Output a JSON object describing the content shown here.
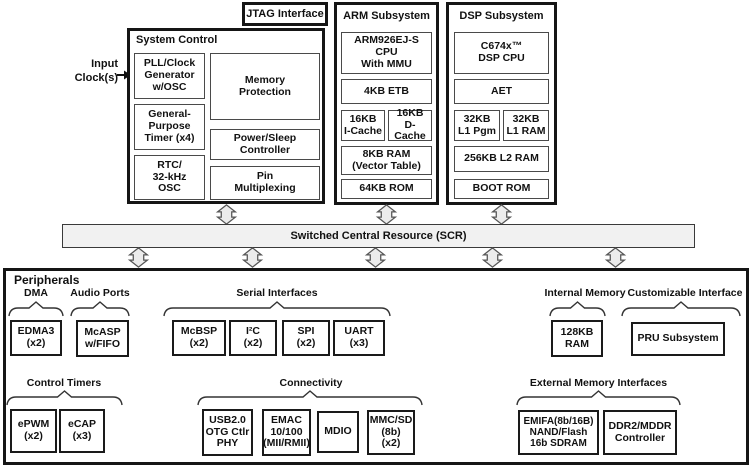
{
  "top": {
    "jtag": {
      "label": "JTAG Interface"
    },
    "input_clock": {
      "label": "Input\nClock(s)"
    },
    "system_control": {
      "title": "System Control",
      "pll": "PLL/Clock\nGenerator\nw/OSC",
      "gpt": "General-\nPurpose\nTimer (x4)",
      "rtc": "RTC/\n32-kHz\nOSC",
      "memory_protection": "Memory\nProtection",
      "power_sleep": "Power/Sleep\nController",
      "pin_mux": "Pin\nMultiplexing"
    },
    "arm": {
      "title": "ARM Subsystem",
      "cpu": "ARM926EJ-S CPU\nWith MMU",
      "etb": "4KB ETB",
      "icache": "16KB\nI-Cache",
      "dcache": "16KB\nD-Cache",
      "vector_ram": "8KB RAM\n(Vector Table)",
      "rom": "64KB ROM"
    },
    "dsp": {
      "title": "DSP Subsystem",
      "cpu": "C674x™\nDSP CPU",
      "aet": "AET",
      "l1pgm": "32KB\nL1 Pgm",
      "l1ram": "32KB\nL1 RAM",
      "l2ram": "256KB L2 RAM",
      "bootrom": "BOOT ROM"
    }
  },
  "scr": {
    "label": "Switched Central Resource (SCR)"
  },
  "peripherals": {
    "title": "Peripherals",
    "groups": {
      "dma": "DMA",
      "audio": "Audio Ports",
      "serial": "Serial Interfaces",
      "intmem": "Internal Memory",
      "custom": "Customizable Interface",
      "timers": "Control Timers",
      "connectivity": "Connectivity",
      "extmem": "External Memory Interfaces"
    },
    "boxes": {
      "edma3": "EDMA3\n(x2)",
      "mcasp": "McASP\nw/FIFO",
      "mcbsp": "McBSP\n(x2)",
      "i2c": "I²C\n(x2)",
      "spi": "SPI\n(x2)",
      "uart": "UART\n(x3)",
      "ram128": "128KB\nRAM",
      "pru": "PRU Subsystem",
      "epwm": "ePWM\n(x2)",
      "ecap": "eCAP\n(x3)",
      "usb": "USB2.0\nOTG Ctlr\nPHY",
      "emac": "EMAC\n10/100\n(MII/RMII)",
      "mdio": "MDIO",
      "mmcsd": "MMC/SD\n(8b)\n(x2)",
      "emifa": "EMIFA(8b/16B)\nNAND/Flash\n16b SDRAM",
      "ddr2": "DDR2/MDDR\nController"
    }
  },
  "colors": {
    "arrow_fill": "#ececec",
    "arrow_stroke": "#555555",
    "scr_fill": "#f1f1f1",
    "border_dark": "#151515"
  }
}
